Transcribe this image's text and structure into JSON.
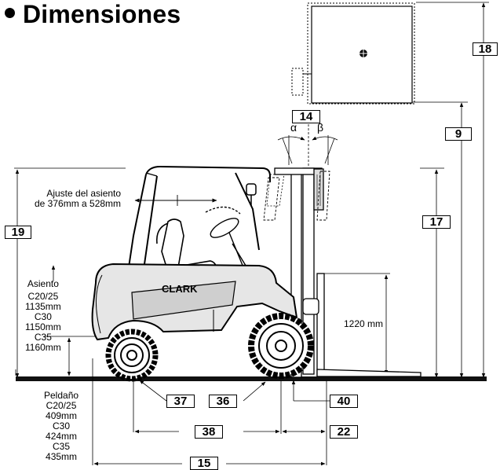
{
  "title": "Dimensiones",
  "colors": {
    "ink": "#000000",
    "ground": "#111111",
    "body": "#e6e6e6",
    "shade": "#cfcfcf"
  },
  "seat_adjust": [
    "Ajuste del asiento",
    "de 376mm a 528mm"
  ],
  "seat": {
    "heading": "Asiento",
    "items": [
      "C20/25",
      "1135mm",
      "C30",
      "1150mm",
      "C35",
      "1160mm"
    ]
  },
  "step": {
    "heading": "Peldaño",
    "items": [
      "C20/25",
      "409mm",
      "C30",
      "424mm",
      "C35",
      "435mm"
    ]
  },
  "fork_height": "1220 mm",
  "angles": {
    "alpha": "α",
    "beta": "β"
  },
  "brand": "CLARK",
  "dims": {
    "d9": "9",
    "d14": "14",
    "d15": "15",
    "d17": "17",
    "d18": "18",
    "d19": "19",
    "d22": "22",
    "d36": "36",
    "d37": "37",
    "d38": "38",
    "d40": "40"
  }
}
